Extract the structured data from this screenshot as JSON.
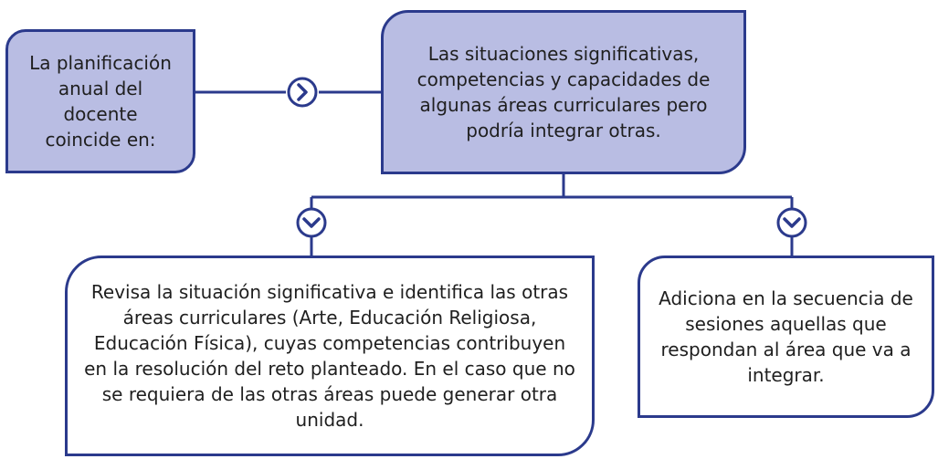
{
  "diagram": {
    "start_box": {
      "text": "La planificación anual del docente coincide en:"
    },
    "condition_box": {
      "text": "Las situaciones significativas, competencias y capacidades de algunas áreas curriculares pero podría integrar otras."
    },
    "left_result_box": {
      "text": "Revisa la situación significativa e identifica las otras áreas curriculares (Arte, Educación Religiosa, Educación Física), cuyas competencias contribuyen en la resolución del reto planteado. En el caso que no se requiera de las otras áreas puede generar otra unidad."
    },
    "right_result_box": {
      "text": "Adiciona en la secuencia de sesiones aquellas que respondan al área que va a integrar."
    },
    "icons": {
      "horizontal_connector": "chevron-right-icon",
      "branch_connectors": "chevron-down-icon"
    },
    "colors": {
      "accent": "#2b3a8c",
      "filled_box": "#b9bde3",
      "plain_box": "#ffffff"
    }
  }
}
